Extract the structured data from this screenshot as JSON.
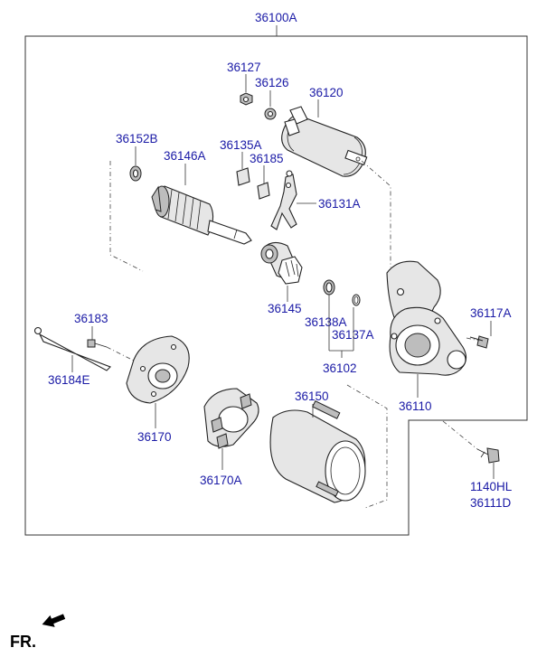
{
  "labels": {
    "assembly": "36100A",
    "p36127": "36127",
    "p36126": "36126",
    "p36120": "36120",
    "p36152B": "36152B",
    "p36146A": "36146A",
    "p36135A": "36135A",
    "p36185": "36185",
    "p36131A": "36131A",
    "p36145": "36145",
    "p36138A": "36138A",
    "p36137A": "36137A",
    "p36102": "36102",
    "p36117A": "36117A",
    "p36183": "36183",
    "p36184E": "36184E",
    "p36170": "36170",
    "p36150": "36150",
    "p36170A": "36170A",
    "p36110": "36110",
    "p1140HL": "1140HL",
    "p36111D": "36111D"
  },
  "orientation": {
    "text": "FR.",
    "arrow_icon": "front-direction-arrow-icon"
  },
  "colors": {
    "label": "#1a1aa6",
    "line": "#333333",
    "background": "#ffffff"
  }
}
